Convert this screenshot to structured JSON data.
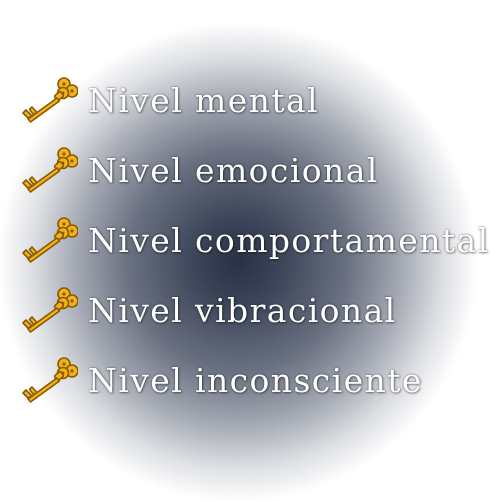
{
  "colors": {
    "glow_center": "#283246",
    "background": "#ffffff",
    "text": "#ffffff",
    "key_gold": "#f2b21c",
    "key_outline": "#8a5a00"
  },
  "items": [
    {
      "icon": "key-icon",
      "label": "Nivel mental"
    },
    {
      "icon": "key-icon",
      "label": "Nivel emocional"
    },
    {
      "icon": "key-icon",
      "label": "Nivel comportamental"
    },
    {
      "icon": "key-icon",
      "label": "Nivel vibracional"
    },
    {
      "icon": "key-icon",
      "label": "Nivel inconsciente"
    }
  ]
}
